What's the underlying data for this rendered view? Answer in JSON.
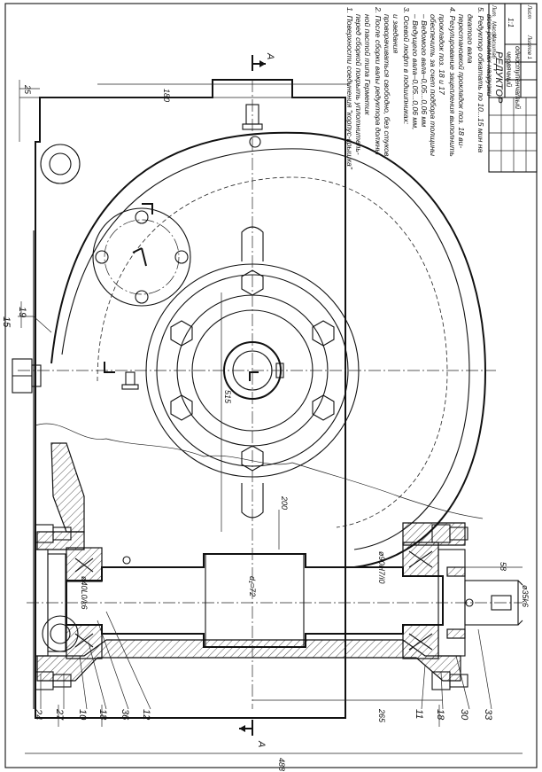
{
  "section_marks": {
    "top": "A",
    "bottom": "A"
  },
  "dimensions": {
    "d25": "25",
    "d180": "180",
    "d515": "515",
    "d200": "200",
    "d265": "265",
    "d488": "488",
    "d58": "58",
    "shaft_right": "ø35k6",
    "shaft_left": "ø40L0/k6",
    "bore": "ø90H7/i0",
    "d1": "d₁=72"
  },
  "callouts": [
    "15",
    "19",
    "24",
    "27",
    "10",
    "18",
    "36",
    "12",
    "11",
    "18",
    "30",
    "33"
  ],
  "notes": [
    "1. Поверхности соединения \"корпус-крышка\"",
    "перед сборкой покрыть уплотнитель-",
    "ной пастой типа Герметик",
    "2. После сборки валы редуктора должны",
    "проворачиваться свободно, без стуков",
    "и заедания",
    "3. Осевой люфт в подшипниках:",
    "– Ведущего вала–0,05...0,06 мм,",
    "– Ведомого вала–0,05...0,06 мм",
    "обеспечить за счет подбора толщины",
    "прокладок поз. 18 и 17",
    "4. Регулирование зацепления выполнить",
    "перестановкой прокладок поз. 18 ви-",
    "дкатого вала",
    "5. Редуктор обкатать по 10...15 мин на",
    "всех режимах нагрузки"
  ],
  "title_block": {
    "title": "РЕДУКТОР",
    "subtitle1": "червячный",
    "subtitle2": "одноступенчатый",
    "scale": "1:1",
    "col1": "Лит.",
    "col2": "Масса",
    "col3": "Масштаб",
    "sheet": "Лист",
    "sheets": "Листов 1"
  }
}
